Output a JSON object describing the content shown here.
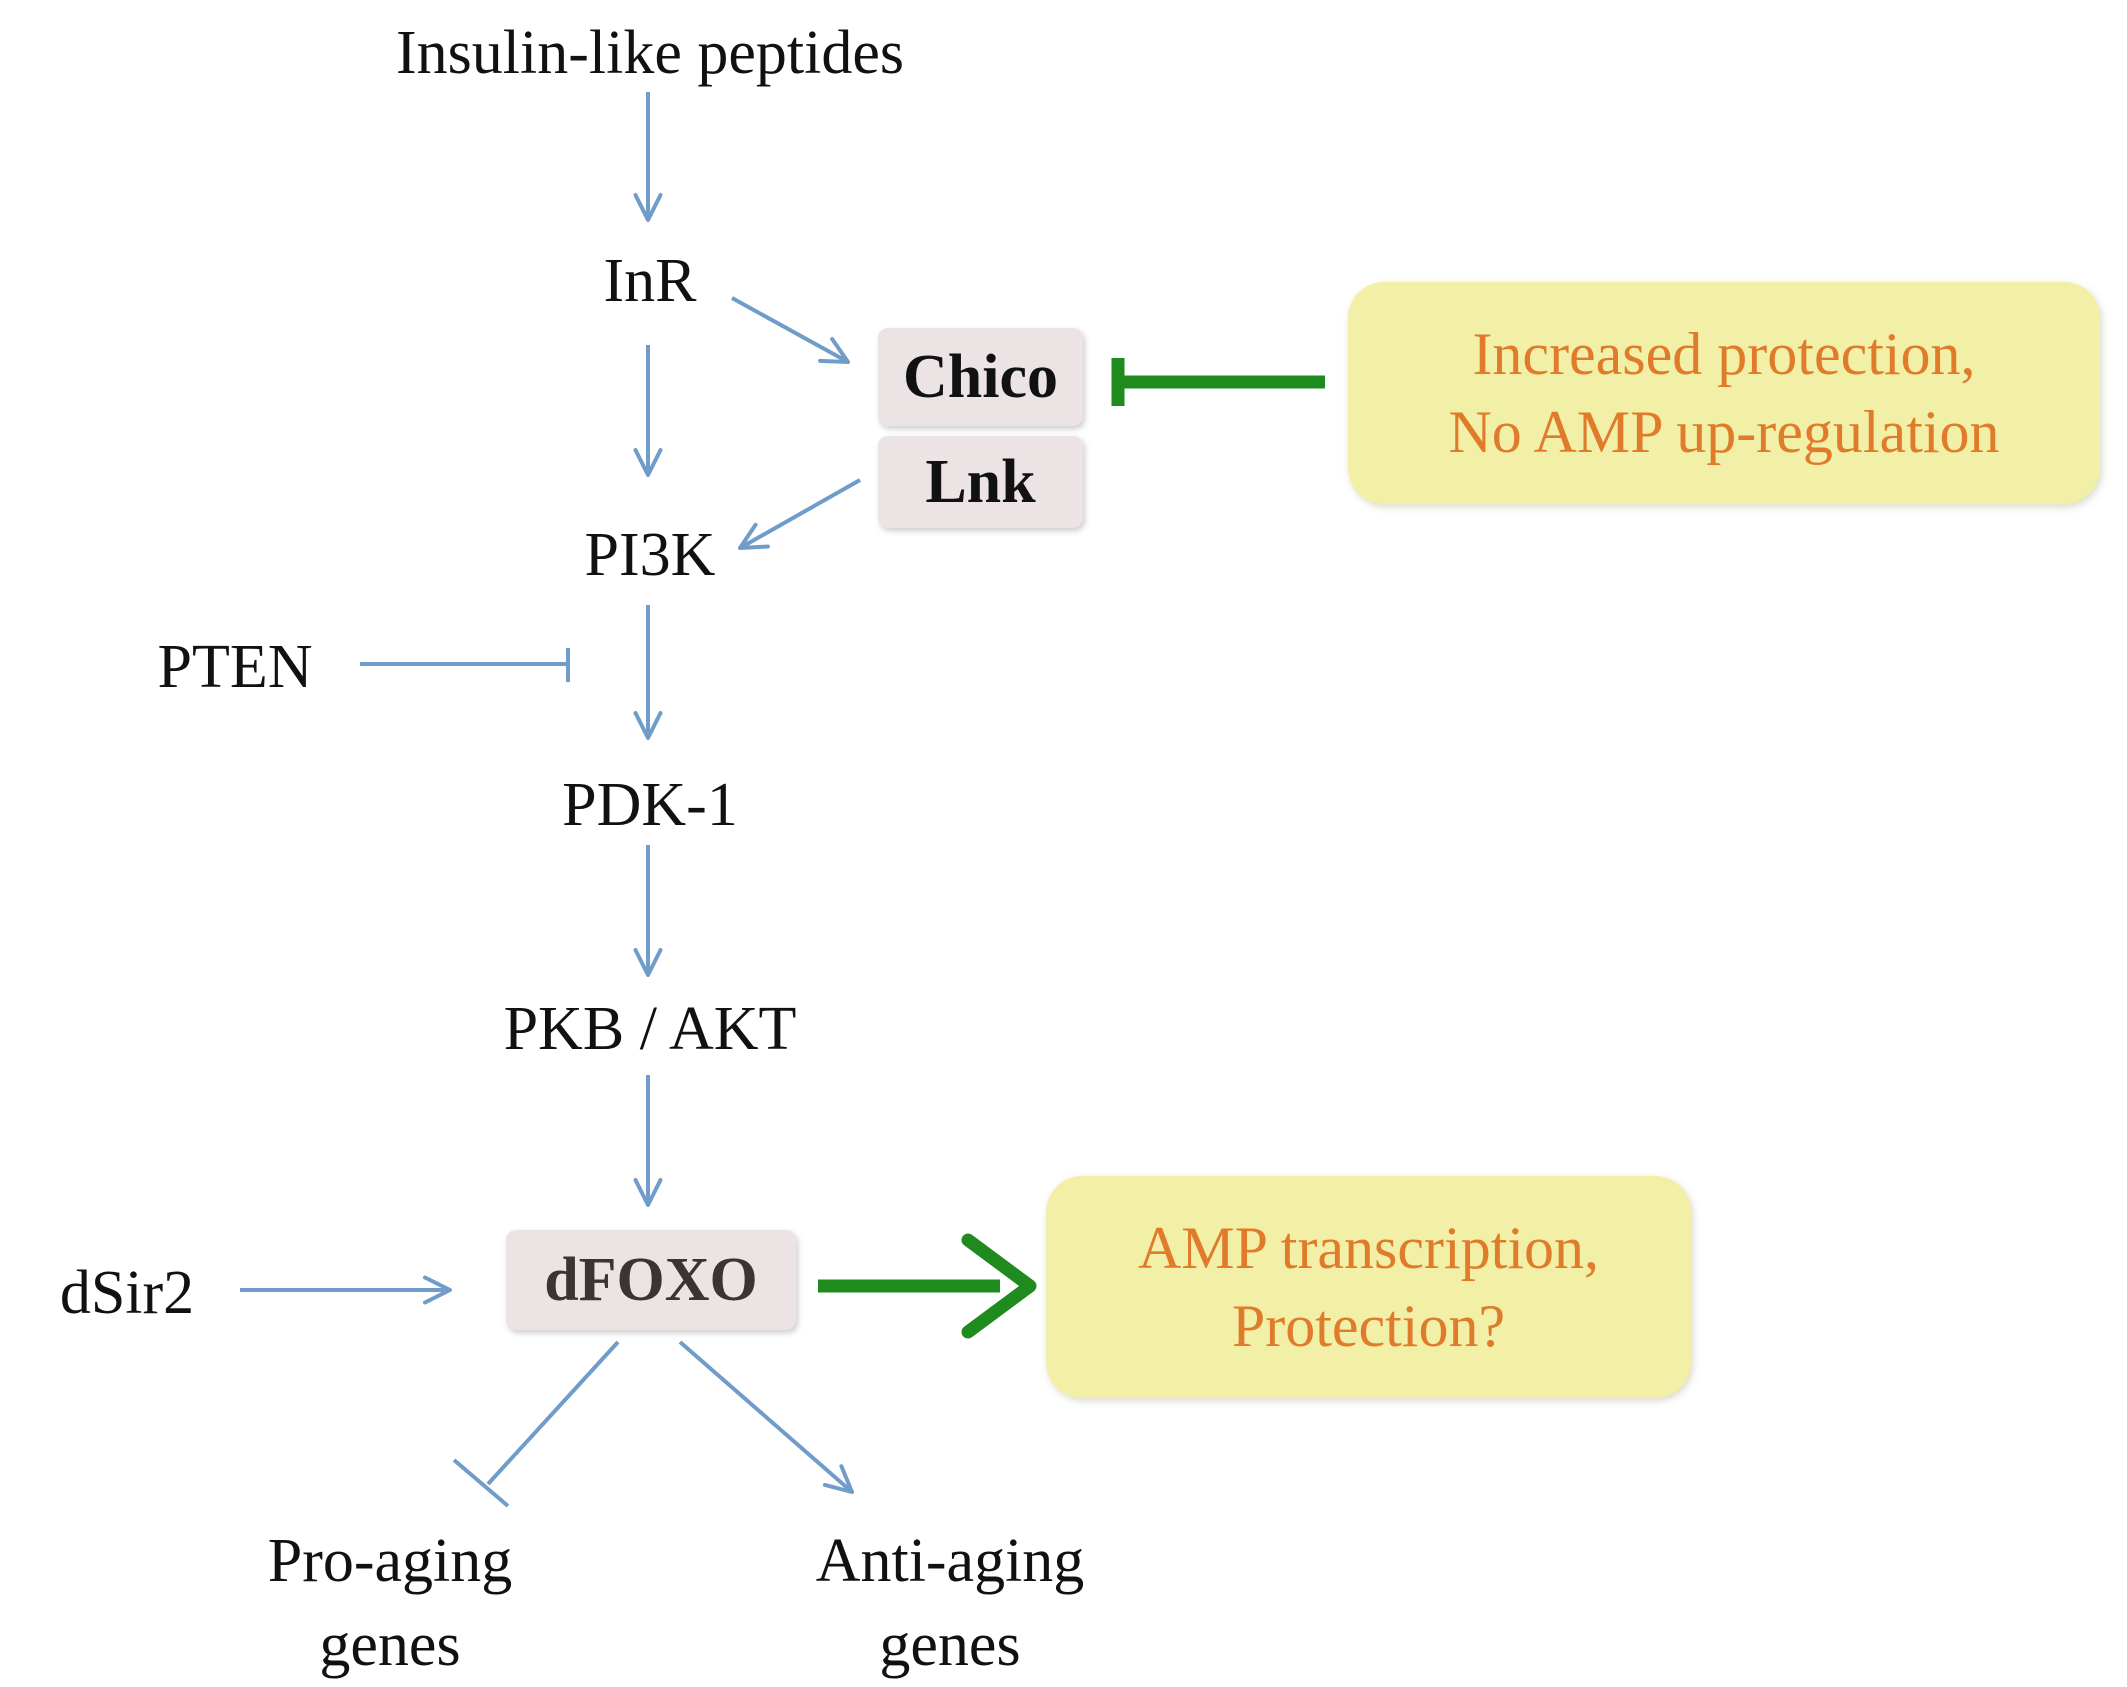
{
  "nodes": {
    "insulin": "Insulin-like peptides",
    "inr": "InR",
    "chico": "Chico",
    "lnk": "Lnk",
    "pi3k": "PI3K",
    "pten": "PTEN",
    "pdk1": "PDK-1",
    "pkb": "PKB / AKT",
    "dfoxo": "dFOXO",
    "dsir2": "dSir2",
    "pro_aging": [
      "Pro-aging",
      "genes"
    ],
    "anti_aging": [
      "Anti-aging",
      "genes"
    ]
  },
  "notes": {
    "chico_note": [
      "Increased protection,",
      "No AMP up-regulation"
    ],
    "foxo_note": [
      "AMP transcription,",
      "Protection?"
    ]
  },
  "colors": {
    "pathway_arrow": "#6f9cc9",
    "effect_arrow": "#1f8b1f",
    "note_fill": "#f2efa6",
    "note_text": "#e07b2c",
    "chip_fill": "#ece3e4"
  }
}
